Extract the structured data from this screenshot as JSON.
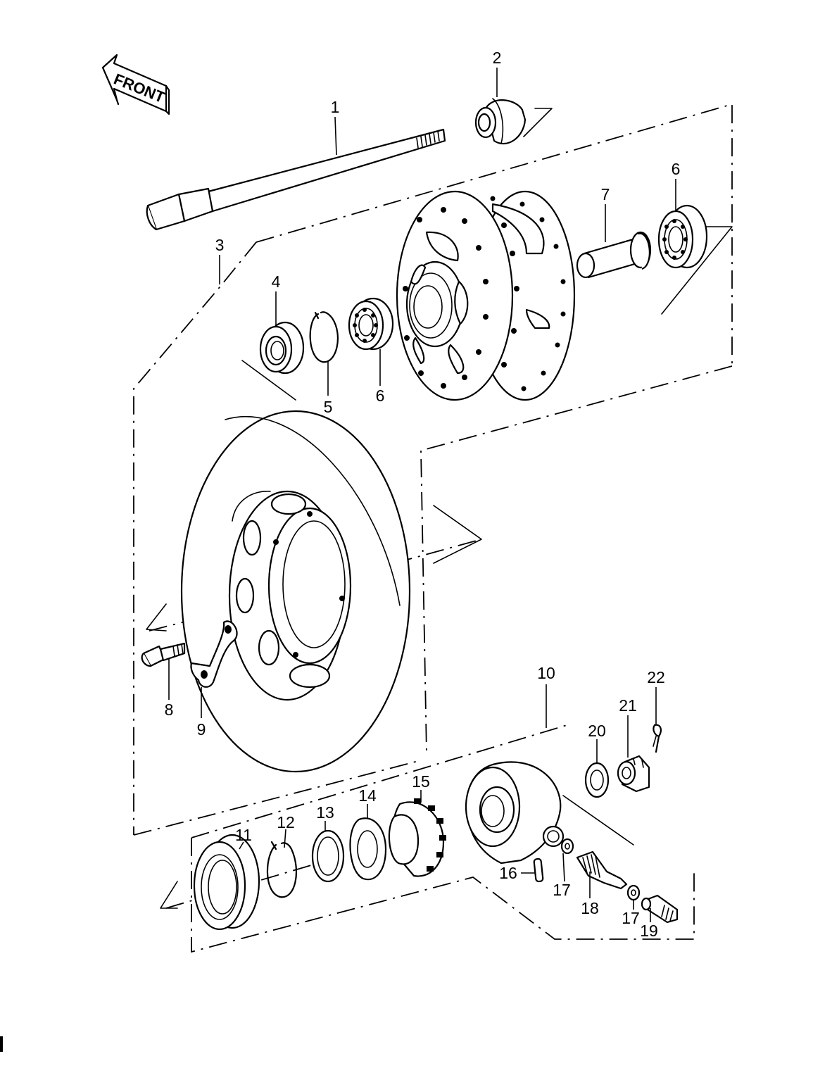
{
  "front_label": "FRONT",
  "callouts": [
    {
      "id": "1",
      "text": "1"
    },
    {
      "id": "2",
      "text": "2"
    },
    {
      "id": "3",
      "text": "3"
    },
    {
      "id": "4",
      "text": "4"
    },
    {
      "id": "5",
      "text": "5"
    },
    {
      "id": "6a",
      "text": "6"
    },
    {
      "id": "6b",
      "text": "6"
    },
    {
      "id": "7",
      "text": "7"
    },
    {
      "id": "8",
      "text": "8"
    },
    {
      "id": "9",
      "text": "9"
    },
    {
      "id": "10",
      "text": "10"
    },
    {
      "id": "11",
      "text": "11"
    },
    {
      "id": "12",
      "text": "12"
    },
    {
      "id": "13",
      "text": "13"
    },
    {
      "id": "14",
      "text": "14"
    },
    {
      "id": "15",
      "text": "15"
    },
    {
      "id": "16",
      "text": "16"
    },
    {
      "id": "17a",
      "text": "17"
    },
    {
      "id": "17b",
      "text": "17"
    },
    {
      "id": "18",
      "text": "18"
    },
    {
      "id": "19",
      "text": "19"
    },
    {
      "id": "20",
      "text": "20"
    },
    {
      "id": "21",
      "text": "21"
    },
    {
      "id": "22",
      "text": "22"
    }
  ]
}
